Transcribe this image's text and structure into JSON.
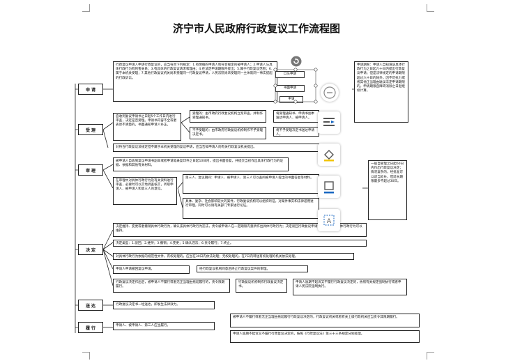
{
  "title": "济宁市人民政府行政复议工作流程图",
  "stages": {
    "apply": "申 请",
    "accept": "受 理",
    "review": "审 理",
    "decide": "决 定",
    "deliver": "送 达",
    "perform": "履 行"
  },
  "boxes": {
    "apply_main": "行政复议申请人申请行政复议的，应当符合下列规定：1.有明确的申请人和符合规定的被申请人；2.申请人与具体行政行为有利害关系；3.有具体的行政复议请求和理由；4.在法定申请期限内提出；5.属于行政复议范围；6.属于本机关受理；7.其他行政复议机关尚未受理同一行政复议申请，人民法院尚未受理同一主体就同一事实提起的行政诉讼。",
    "apply_right": "申请期限：申请人自知道该具体行政行为之日起六十日内提出行政复议申请；但是法律规定的申请期限超过六十日的除外。因不可抗力或者其他正当理由耽误法定申请期限的，申请期限自障碍消除之日起继续计算。",
    "accept_left": "自收到复议申请书之日起5个工作日内进行审查，决定是否受理。申请书内容不全或者表述不清楚的，书面通知申请人补正。",
    "accept_a": "受理的：由市政府行政复议机构立案审查，并制作受理通知书。",
    "accept_a2": "将受理通知书、申请书副本送达申请人、被申请人。",
    "accept_b": "不予受理的：由市政府行政复议机构制作不予受理决定书。",
    "accept_b2": "将不予受理决定书送达申请人。",
    "accept_wide": "对符合行政复议法规定但不属于本机关受理的复议申请，应当告知申请人向有关行政复议机关提出。",
    "review_a": "被申请人自收到复议申请书副本或者申请笔录复印件之日起10日内，提出书面答复，并提交当初作出具体行政行为的证据、依据和其他有关材料。",
    "review_b": "在审理中对具体行政行为及有关资料进行审查，必要时可以实地调查核实，听取申请人、被申请人和第三人的意见。",
    "review_c": "第三人、复议期间：申请人、被申请人、第三人可以查阅被申请人提出的书面答复等材料。",
    "review_d": "具体、复杂、社会影响较大的案件，行政复议机构可以组织听证，对案件事实和法律适用进行审理，同时可以请有关部门专家进行论证。",
    "review_right": "一般自受理之日起60日内作出行政复议决定；情况复杂的，经批准可以适当延长，但延长期限最多不超过30日。",
    "decide_a": "决定维持、变更或者撤销具体行政行为，确认该具体行政行为违法，责令被申请人在一定期限内重新作出具体行政行为；决定驳回行政复议申请；对于合法的具体行政行为可以维持。",
    "decide_b": "决定类型：1.驳回；2.维持；3.撤销；4.变更；5.确认违法；6.责令履行；7.终止。",
    "decide_c": "对具体行政行为依据的规范性文件，有权处理的，应当在30日内依法处理；无权处理的，在7日内转送有权处理的机关依法处理。",
    "decide_d": "申请人申请撤回复议申请。",
    "decide_d2": "经行政复议机构同意后终止行政复议案件的审理。",
    "decide_e": "行政复议决定作出后，被申请人不履行或者无正当理由拖延履行的，责令限期履行。",
    "decide_f": "行政复议机构制作行政复议决定书。",
    "decide_g": "申请人逾期不起诉又不履行行政复议决定的，依照有关规定强制执行或者申请人民法院强制执行。",
    "deliver_a": "行政复议决定书一经送达，即发生法律效力。",
    "perform_a": "申请人、被申请人、第三人应当履行。",
    "perform_b": "被申请人不履行或者无正当理由拖延履行行政复议决定的，行政复议机关或者有关上级行政机关应当责令其限期履行。",
    "perform_c": "申请人逾期不起诉又不履行行政复议决定的，按照《行政复议法》第三十三条规定分别处理。"
  },
  "ring": {
    "top": "口头申请",
    "mid": "书面申请",
    "bottom": "申请"
  },
  "toolbar": {
    "items": [
      "minus-icon",
      "align-icon",
      "fill-icon",
      "border-icon",
      "text-wrap-icon"
    ]
  },
  "colors": {
    "accent": "#1565c0",
    "line": "#222222"
  }
}
